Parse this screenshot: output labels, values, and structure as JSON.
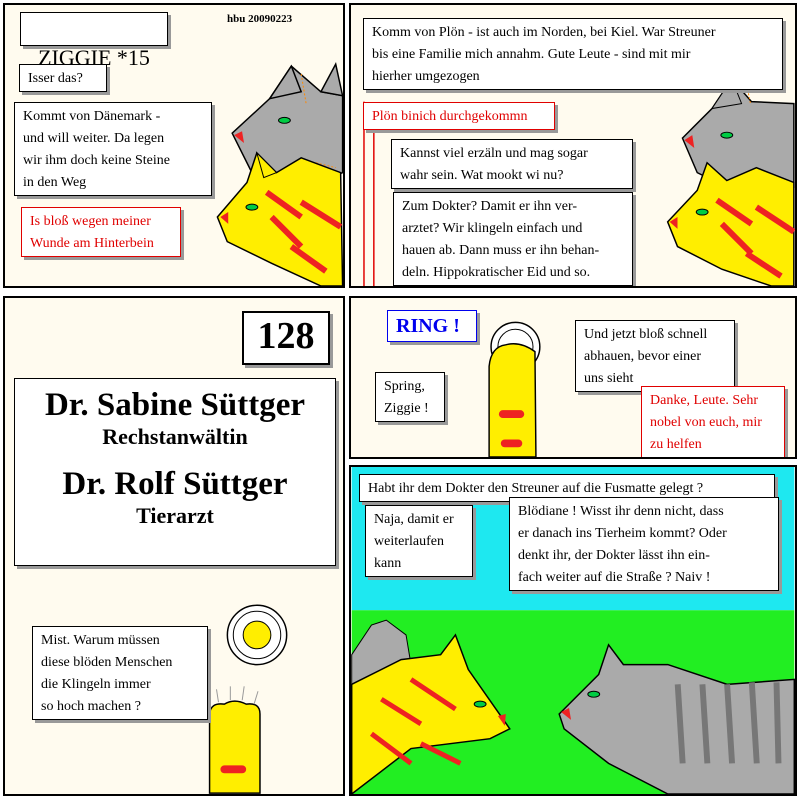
{
  "header": {
    "title": "ZIGGIE *15",
    "credit": "hbu 20090223"
  },
  "panel1": {
    "q1": "Isser das?",
    "q2": "Kommt von Dänemark -\nund will weiter. Da legen\nwir ihm doch keine Steine\nin den Weg",
    "q3": "Is bloß wegen meiner\nWunde am Hinterbein"
  },
  "panel2": {
    "q1": "Komm von Plön - ist auch im Norden, bei Kiel. War Streuner\nbis eine Familie mich annahm. Gute Leute - sind mit mir\nhierher umgezogen",
    "q2": "Plön binich durchgekommn",
    "q3": "Kannst viel erzäln und mag sogar\nwahr sein. Wat mookt wi nu?",
    "q4": "Zum Dokter? Damit er ihn ver-\narztet? Wir klingeln einfach und\nhauen ab. Dann muss er ihn behan-\ndeln. Hippokratischer Eid und so."
  },
  "panel3": {
    "house_number": "128",
    "name1": "Dr. Sabine Süttger",
    "job1": "Rechstanwältin",
    "name2": "Dr. Rolf Süttger",
    "job2": "Tierarzt",
    "q1": "Mist. Warum müssen\ndiese blöden Menschen\ndie Klingeln immer\nso hoch machen ?"
  },
  "panel4": {
    "ring": "RING !",
    "q1": "Spring,\nZiggie !",
    "q2": "Und jetzt bloß schnell\nabhauen, bevor einer\nuns sieht",
    "q3": "Danke, Leute. Sehr\nnobel von euch, mir\nzu helfen"
  },
  "panel5": {
    "q1": "Habt ihr dem Dokter den Streuner auf die Fusmatte gelegt ?",
    "q2": "Naja, damit er\nweiterlaufen\nkann",
    "q3": "Blödiane ! Wisst ihr denn nicht, dass\ner danach ins Tierheim kommt? Oder\ndenkt ihr, der Dokter lässt ihn ein-\nfach weiter auf die Straße ?   Naiv !"
  },
  "colors": {
    "panel_bg": "#fffbef",
    "sky": "#1ee8f0",
    "grass": "#22ee22",
    "cat_gray": "#aaaaaa",
    "cat_yellow": "#ffee00",
    "stripe_red": "#ee2222"
  }
}
